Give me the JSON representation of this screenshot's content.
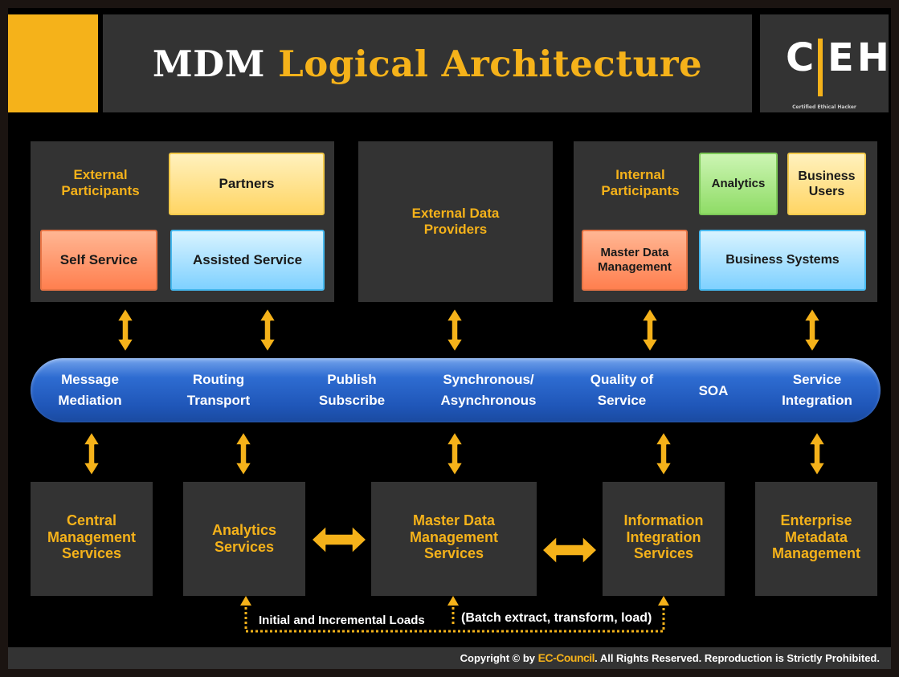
{
  "title": {
    "part1": "MDM",
    "part2": "Logical Architecture"
  },
  "logo": {
    "c": "C",
    "eh": "EH",
    "subtitle": "Certified  Ethical  Hacker"
  },
  "colors": {
    "accent": "#f5b21a",
    "panel": "#333333",
    "bus": "#2459c4",
    "background": "#000000"
  },
  "external_participants": {
    "label": "External Participants",
    "chips": {
      "partners": "Partners",
      "self_service": "Self Service",
      "assisted_service": "Assisted Service"
    }
  },
  "external_data_providers": {
    "label": "External Data Providers"
  },
  "internal_participants": {
    "label": "Internal Participants",
    "chips": {
      "analytics": "Analytics",
      "business_users": "Business Users",
      "master_data_management": "Master Data Management",
      "business_systems": "Business Systems"
    }
  },
  "bus": {
    "items": [
      {
        "line1": "Message",
        "line2": "Mediation"
      },
      {
        "line1": "Routing",
        "line2": "Transport"
      },
      {
        "line1": "Publish",
        "line2": "Subscribe"
      },
      {
        "line1": "Synchronous/",
        "line2": "Asynchronous"
      },
      {
        "line1": "Quality of",
        "line2": "Service"
      },
      {
        "line1": "SOA",
        "line2": ""
      },
      {
        "line1": "Service",
        "line2": "Integration"
      }
    ]
  },
  "services": [
    {
      "line1": "Central",
      "line2": "Management",
      "line3": "Services"
    },
    {
      "line1": "Analytics",
      "line2": "Services",
      "line3": ""
    },
    {
      "line1": "Master Data",
      "line2": "Management",
      "line3": "Services"
    },
    {
      "line1": "Information",
      "line2": "Integration",
      "line3": "Services"
    },
    {
      "line1": "Enterprise",
      "line2": "Metadata",
      "line3": "Management"
    }
  ],
  "loads": {
    "label": "Initial and Incremental Loads",
    "note": "(Batch extract, transform, load)"
  },
  "footer": {
    "prefix": "Copyright © by ",
    "brand": "EC-Council",
    "suffix": ". All Rights Reserved. Reproduction is Strictly Prohibited."
  }
}
